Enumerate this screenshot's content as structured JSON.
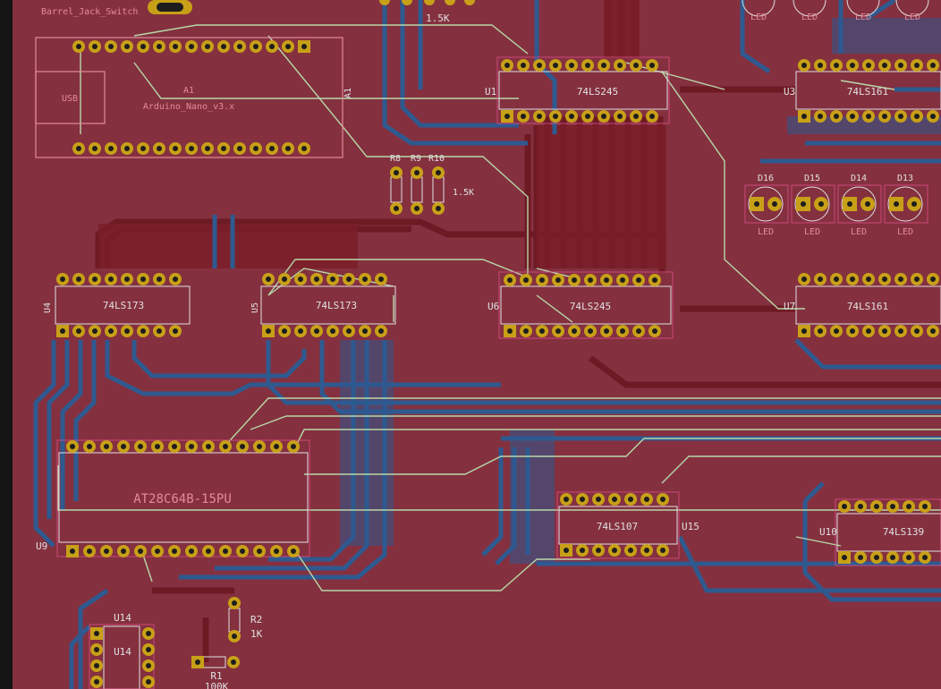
{
  "colors": {
    "background": "#151515",
    "board_fill": "#84303f",
    "copper_front": "#7a1f28",
    "copper_back": "#2e5a90",
    "ratsnest": "#b8d8a8",
    "silkscreen": "#e0e0e0",
    "fab": "#e58a9a",
    "pad": "#c8a018",
    "hole": "#1d1d1d",
    "courtyard": "#e0508a"
  },
  "icons": {
    "pad": "round-pad-icon",
    "pin1": "square-pad-icon"
  },
  "labels": {
    "barrel_jack": "Barrel_Jack_Switch",
    "r_top_value": "1.5K",
    "a1_ref": "A1",
    "a1_value": "Arduino_Nano_v3.x",
    "a1_side": "A1",
    "usb": "USB",
    "u1_ref": "U1",
    "u1_value": "74LS245",
    "u3_ref": "U3",
    "u3_value": "74LS161",
    "r8": "R8",
    "r9": "R9",
    "r10": "R10",
    "r_mid_value": "1.5K",
    "u4_ref": "U4",
    "u4_value": "74LS173",
    "u5_ref": "U5",
    "u5_value": "74LS173",
    "u6_ref": "U6",
    "u6_value": "74LS245",
    "u7_ref": "U7",
    "u7_value": "74LS161",
    "d16": "D16",
    "d15": "D15",
    "d14": "D14",
    "d13": "D13",
    "led": "LED",
    "u9_ref": "U9",
    "u9_value": "AT28C64B-15PU",
    "u15_ref": "U15",
    "u15_value": "74LS107",
    "u10_ref": "U10",
    "u10_value": "74LS139",
    "u14_ref": "U14",
    "u14_value": "U14",
    "r1_ref": "R1",
    "r1_value": "100K",
    "r2_ref": "R2",
    "r2_value": "1K"
  }
}
